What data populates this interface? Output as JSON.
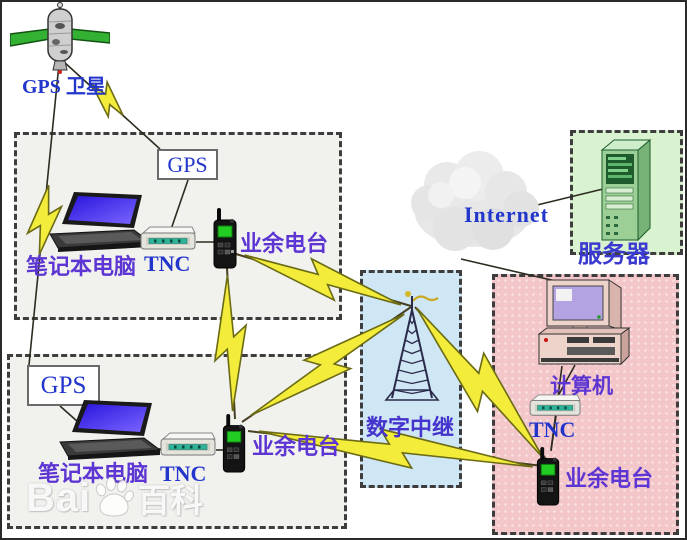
{
  "diagram_title": "APRS amateur-radio GPS network diagram",
  "colors": {
    "label_latin_blue": "#2336cc",
    "label_cjk_purple": "#5c35d2",
    "station_box_fill": "#f1f1ee",
    "repeater_box_fill": "#cfe6f4",
    "server_box_fill": "#d9f2cf",
    "right_box_fill": "#f3c6c9",
    "dashed_border": "#3d3d3d",
    "bolt_yellow": "#f3ec3b",
    "bolt_outline": "#6b6b15"
  },
  "satellite": {
    "label": "GPS 卫星"
  },
  "top_station": {
    "gps_label": "GPS",
    "laptop_label": "笔记本电脑",
    "tnc_label": "TNC",
    "radio_label": "业余电台"
  },
  "bottom_station": {
    "gps_label": "GPS",
    "laptop_label": "笔记本电脑",
    "tnc_label": "TNC",
    "radio_label": "业余电台"
  },
  "repeater": {
    "label": "数字中继"
  },
  "internet": {
    "label": "Internet"
  },
  "server_group": {
    "label": "服务器"
  },
  "right_station": {
    "computer_label": "计算机",
    "tnc_label": "TNC",
    "radio_label": "业余电台"
  },
  "watermark": {
    "prefix": "Bai",
    "suffix": "百科"
  }
}
